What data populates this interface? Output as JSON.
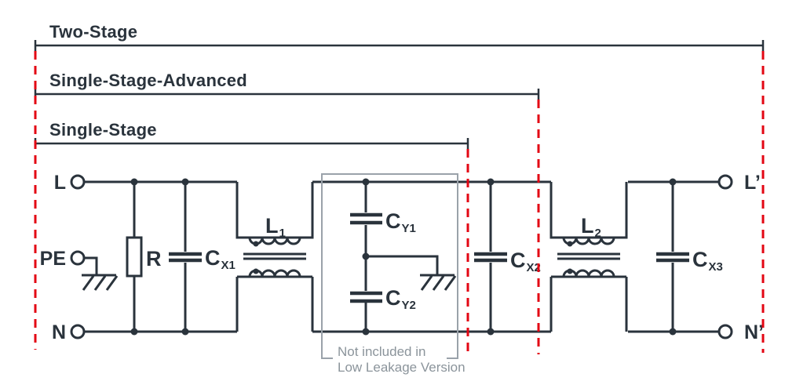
{
  "colors": {
    "line": "#2a333c",
    "accent_red": "#e30613",
    "box_gray": "#9aa2aa",
    "note_gray": "#8b949b",
    "background": "#ffffff"
  },
  "stages": [
    {
      "label": "Two-Stage"
    },
    {
      "label": "Single-Stage-Advanced"
    },
    {
      "label": "Single-Stage"
    }
  ],
  "terminals": {
    "line_in": "L",
    "protective_earth": "PE",
    "neutral_in": "N",
    "line_out": "L’",
    "neutral_out": "N’"
  },
  "components": {
    "resistor": "R",
    "choke1": {
      "base": "L",
      "sub": "1"
    },
    "choke2": {
      "base": "L",
      "sub": "2"
    },
    "cap_x1": {
      "base": "C",
      "sub": "X1"
    },
    "cap_y1": {
      "base": "C",
      "sub": "Y1"
    },
    "cap_y2": {
      "base": "C",
      "sub": "Y2"
    },
    "cap_x2": {
      "base": "C",
      "sub": "X2"
    },
    "cap_x3": {
      "base": "C",
      "sub": "X3"
    }
  },
  "note": {
    "line1": "Not included in",
    "line2": "Low Leakage Version"
  }
}
